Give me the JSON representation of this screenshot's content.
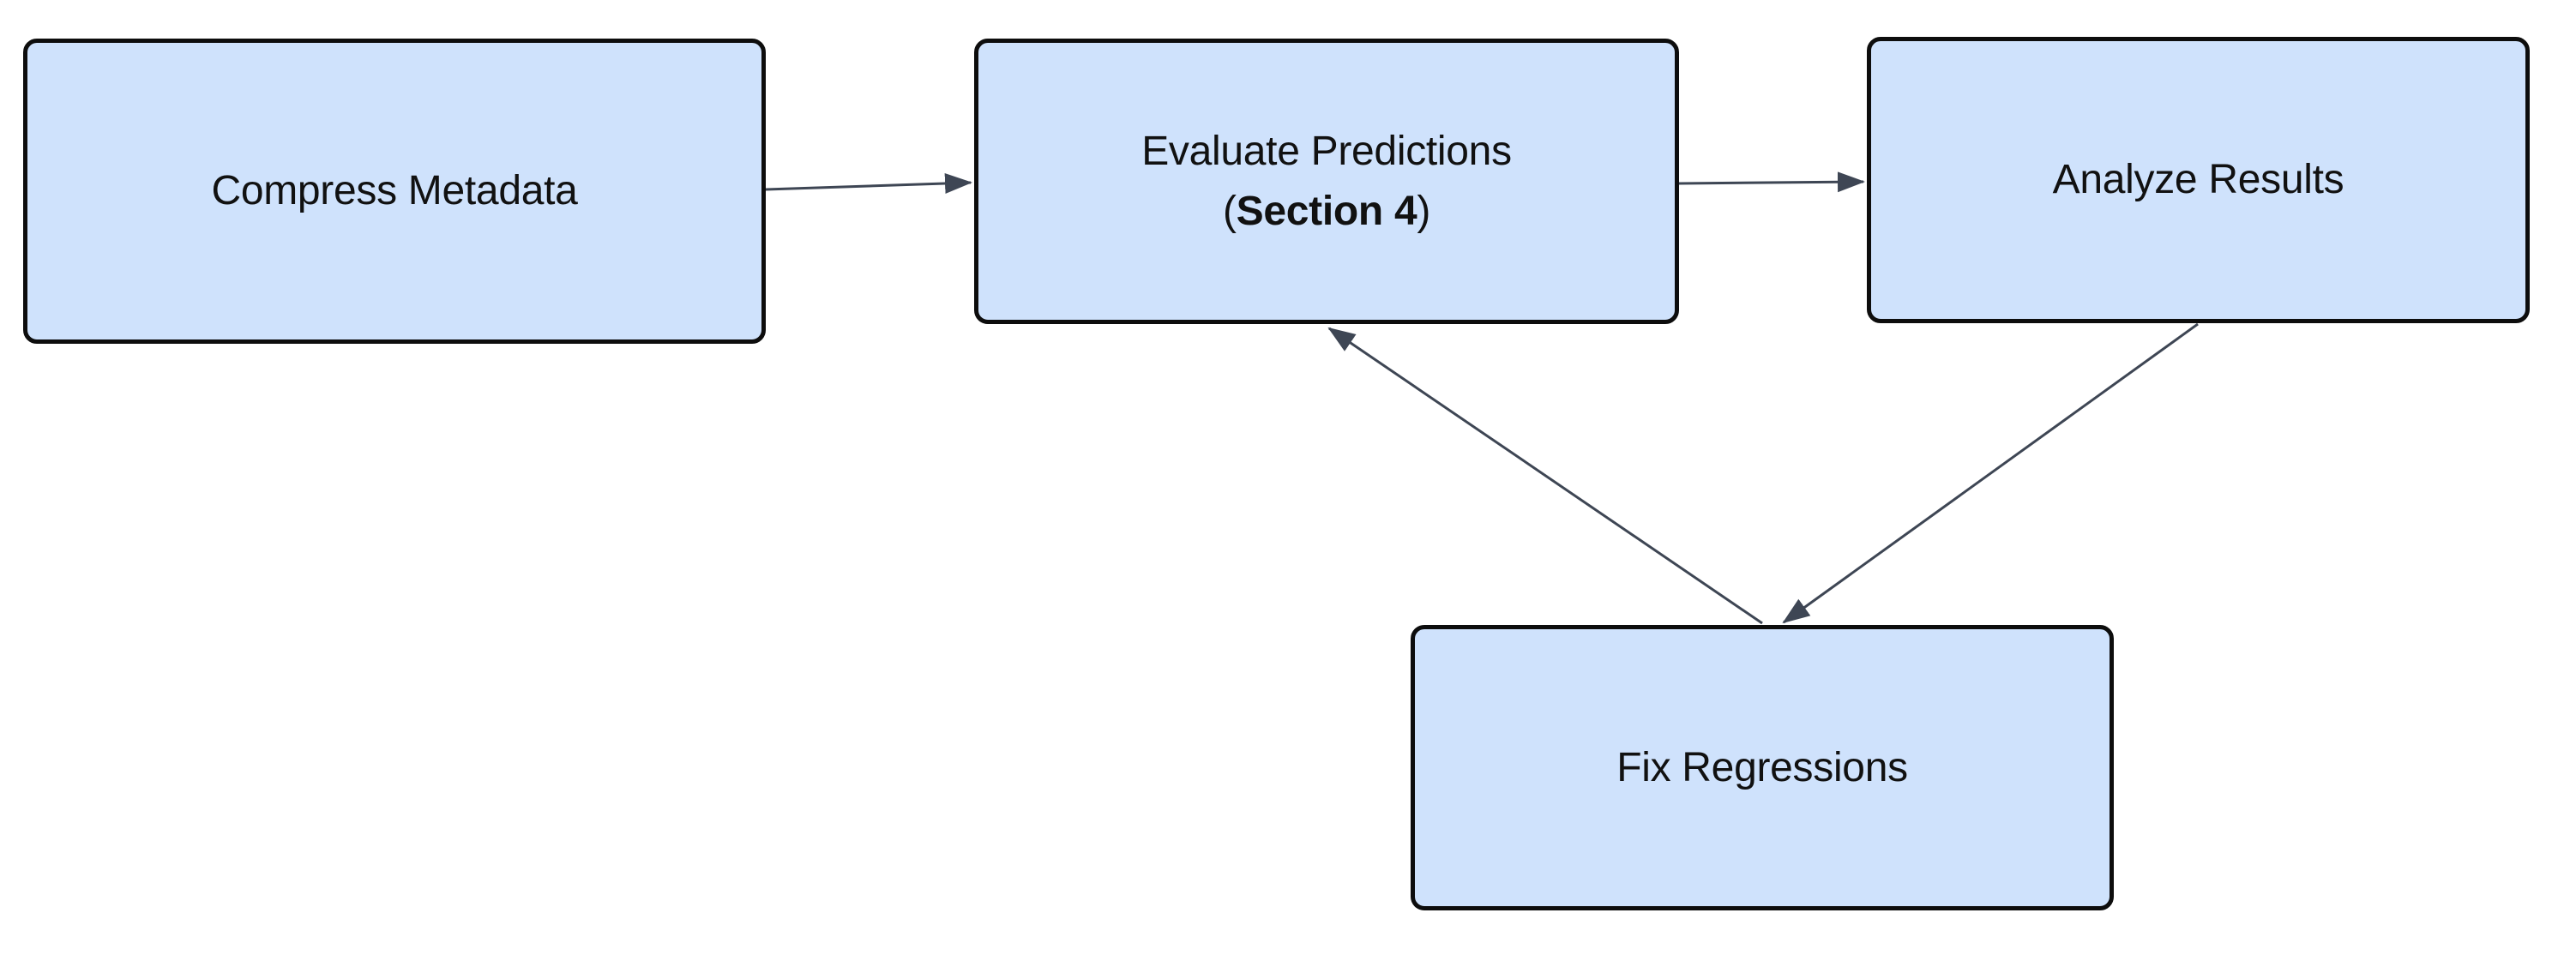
{
  "diagram": {
    "type": "flowchart",
    "background": "#ffffff",
    "colors": {
      "node_fill": "#cfe2fc",
      "node_border": "#0d0d0d",
      "arrow": "#3e4654",
      "text": "#111111"
    },
    "nodes": [
      {
        "id": "compress",
        "label": "Compress Metadata"
      },
      {
        "id": "evaluate",
        "label_line1": "Evaluate Predictions",
        "label_line2_prefix": "(",
        "label_line2_bold": "Section 4",
        "label_line2_suffix": ")"
      },
      {
        "id": "analyze",
        "label": "Analyze Results"
      },
      {
        "id": "fix",
        "label": "Fix Regressions"
      }
    ],
    "edges": [
      {
        "from": "Compress Metadata",
        "to": "Evaluate Predictions (Section 4)"
      },
      {
        "from": "Evaluate Predictions (Section 4)",
        "to": "Analyze Results"
      },
      {
        "from": "Analyze Results",
        "to": "Fix Regressions"
      },
      {
        "from": "Fix Regressions",
        "to": "Evaluate Predictions (Section 4)"
      }
    ]
  }
}
